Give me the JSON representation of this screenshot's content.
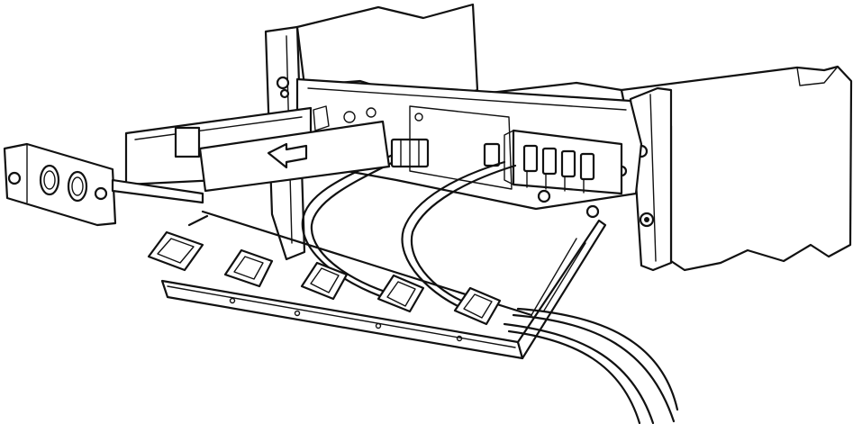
{
  "figure": {
    "style": "line-drawing",
    "colors": {
      "line": "#111111",
      "background": "#ffffff"
    },
    "components": [
      "rack-rail-left",
      "rack-rail-right",
      "rear-bracket",
      "chassis-front-frame",
      "adapter-module",
      "cassette-insert-arrow",
      "front-faceplate",
      "cable-management-tray",
      "cable-guide-clips",
      "fiber-jumpers",
      "trunk-cables"
    ]
  }
}
